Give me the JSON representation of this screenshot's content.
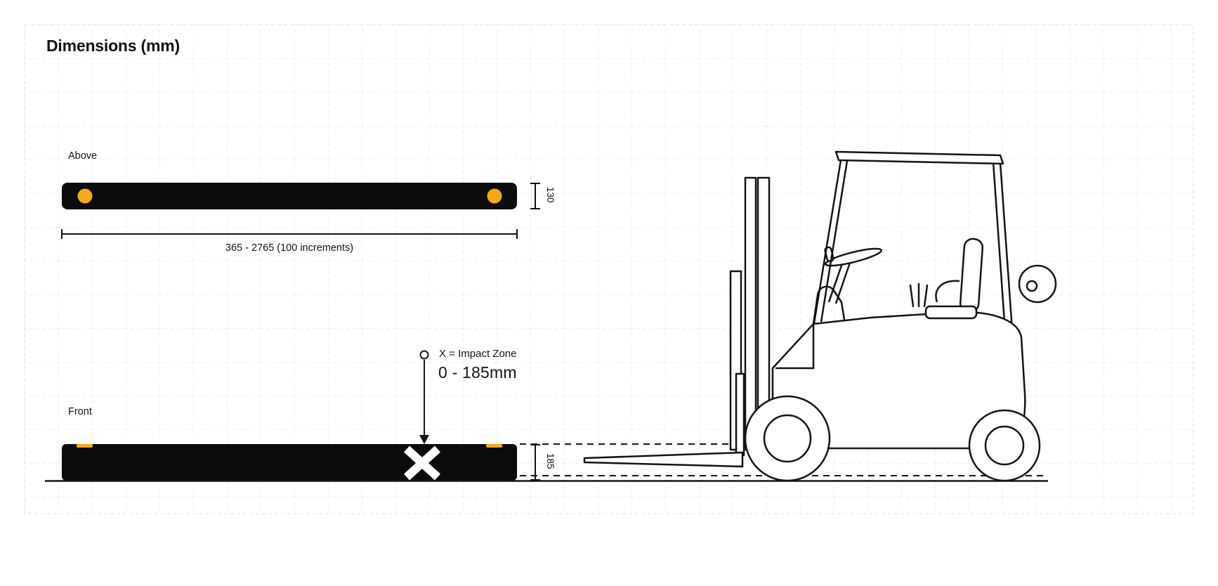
{
  "page": {
    "title": "Dimensions (mm)"
  },
  "views": {
    "above": {
      "label": "Above",
      "depth_dim": "130",
      "length_dim": "365 - 2765 (100 increments)"
    },
    "front": {
      "label": "Front",
      "height_dim": "185"
    }
  },
  "impact_zone": {
    "label": "X = Impact Zone",
    "range": "0 - 185mm"
  },
  "colors": {
    "bar": "#0b0b0b",
    "accent_yellow": "#F6A818",
    "grid": "#dcdcdc",
    "line": "#141414",
    "x_mark": "#ffffff"
  },
  "icons": {
    "forklift": "forklift-line-drawing",
    "impact_marker": "circle-marker",
    "impact_arrow": "down-arrow"
  }
}
